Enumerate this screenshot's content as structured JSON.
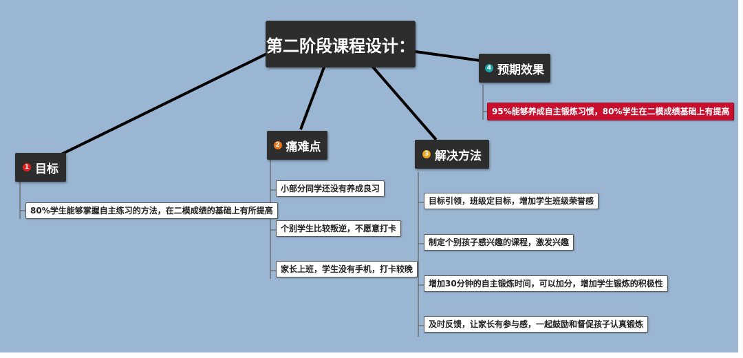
{
  "central": {
    "title": "第二阶段课程设计："
  },
  "branches": [
    {
      "badge": "1",
      "badge_color": "#e02020",
      "label": "目标",
      "items": [
        "80%学生能够掌握自主练习的方法，在二模成绩的基础上有所提高"
      ]
    },
    {
      "badge": "2",
      "badge_color": "#e8761c",
      "label": "痛难点",
      "items": [
        "小部分同学还没有养成良习",
        "个别学生比较叛逆，不愿意打卡",
        "家长上班，学生没有手机，打卡较晚"
      ]
    },
    {
      "badge": "3",
      "badge_color": "#e8a31c",
      "label": "解决方法",
      "items": [
        "目标引领，班级定目标，增加学生班级荣誉感",
        "制定个别孩子感兴趣的课程，激发兴趣",
        "增加30分钟的自主锻炼时间，可以加分，增加学生锻炼的积极性",
        "及时反馈，让家长有参与感，一起鼓励和督促孩子认真锻炼"
      ]
    },
    {
      "badge": "4",
      "badge_color": "#1aa4a4",
      "label": "预期效果",
      "items": [
        "95%能够养成自主锻炼习惯，80%学生在二模成绩基础上有提高"
      ]
    }
  ],
  "colors": {
    "background": "#9ab6d3",
    "topic": "#2d2d2d",
    "highlight": "#c8102e"
  }
}
